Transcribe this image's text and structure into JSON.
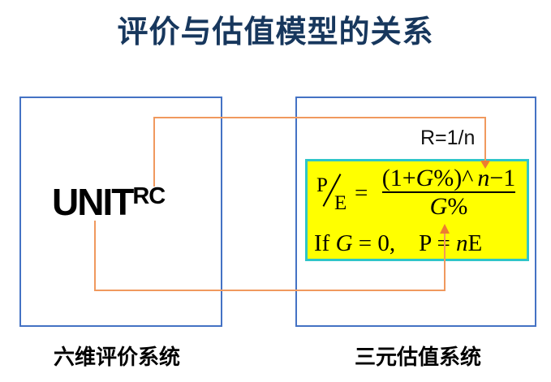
{
  "title": "评价与估值模型的关系",
  "left_panel": {
    "label": "UNIT",
    "label_superscript": "RC",
    "caption": "六维评价系统"
  },
  "right_panel": {
    "caption": "三元估值系统",
    "rate_label": "R=1/n",
    "formula": {
      "lhs_top": "P",
      "lhs_bottom": "E",
      "equals": "=",
      "num_open": "(1+",
      "num_g": "G",
      "num_close": "%)",
      "num_caret": "^",
      "num_n": "n",
      "num_tail": "−1",
      "den_g": "G",
      "den_pct": "%",
      "cond_prefix": "If ",
      "cond_g": "G",
      "cond_mid": " = 0,    P = ",
      "cond_n": "n",
      "cond_suffix": "E"
    }
  },
  "colors": {
    "box_border_blue": "#4472C4",
    "connector_orange": "#ED7D31",
    "connector_line_orange": "#F0995E",
    "formula_background": "#FFFF00",
    "formula_border_cyan": "#2FC5C9",
    "title_navy": "#17375D"
  }
}
